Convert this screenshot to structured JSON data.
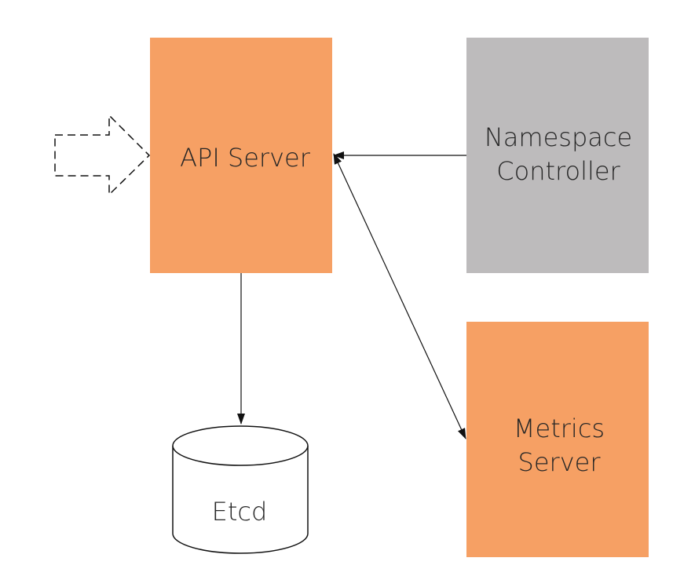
{
  "diagram": {
    "colors": {
      "primary_fill": "#F6A064",
      "secondary_fill": "#BDBBBC",
      "storage_fill": "#FFFFFF",
      "stroke": "#111111",
      "text": "#262626"
    },
    "nodes": {
      "api_server": {
        "label": "API Server"
      },
      "namespace_controller": {
        "label_line1": "Namespace",
        "label_line2": "Controller"
      },
      "metrics_server": {
        "label_line1": "Metrics",
        "label_line2": "Server"
      },
      "etcd": {
        "label": "Etcd"
      }
    },
    "edges": [
      {
        "from": "external",
        "to": "api_server",
        "style": "dashed-block-arrow"
      },
      {
        "from": "namespace_controller",
        "to": "api_server",
        "style": "arrow"
      },
      {
        "from": "api_server",
        "to": "metrics_server",
        "style": "bidirectional-arrow"
      },
      {
        "from": "api_server",
        "to": "etcd",
        "style": "arrow"
      }
    ]
  }
}
